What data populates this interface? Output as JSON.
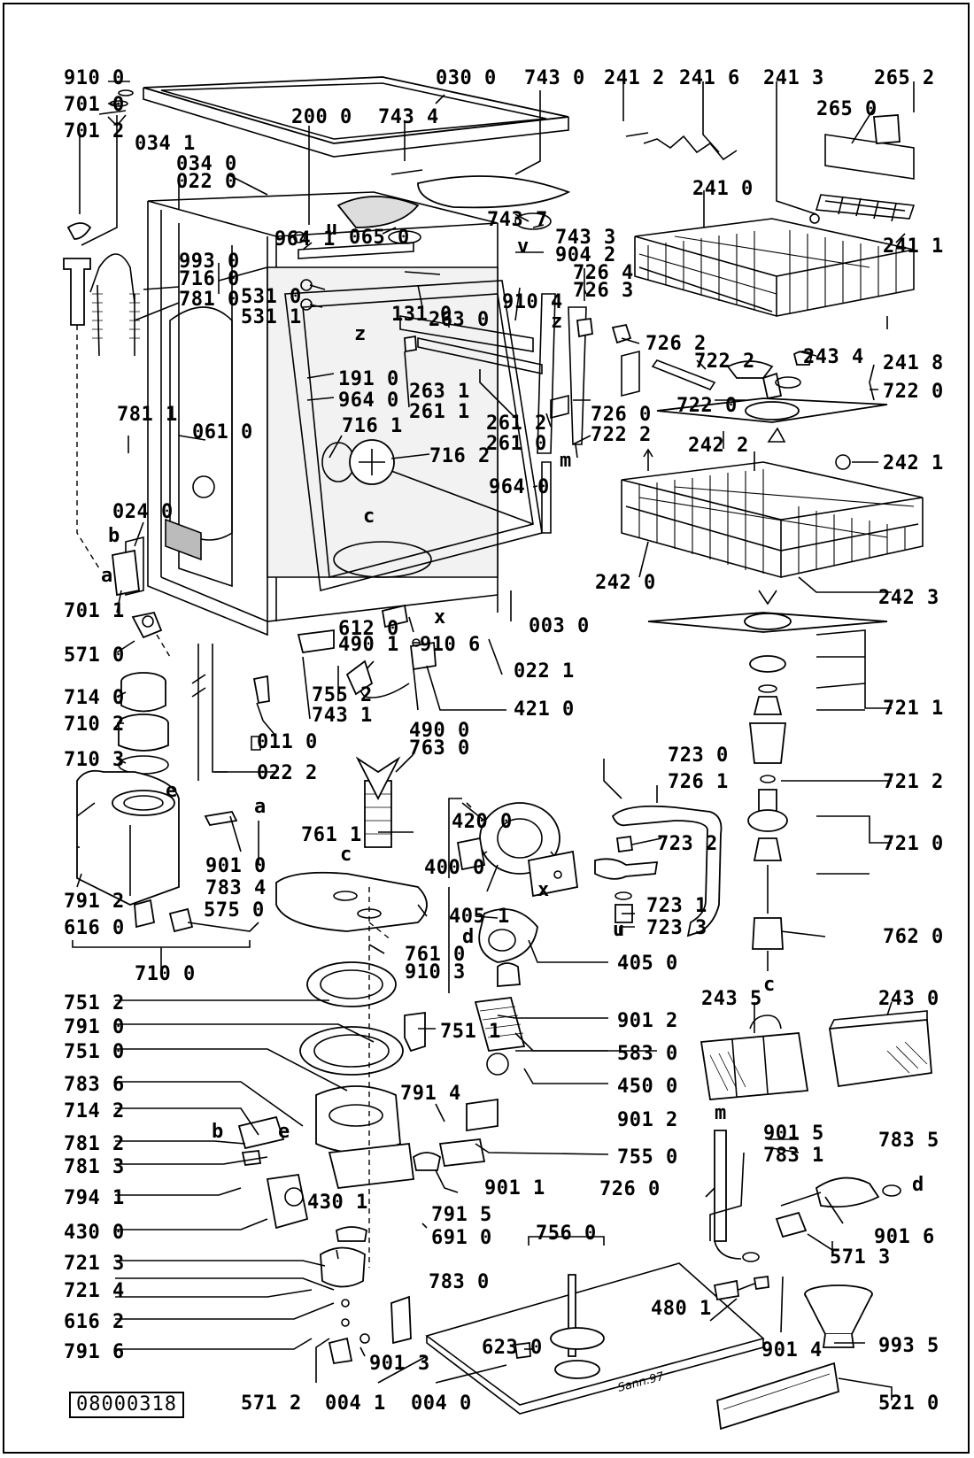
{
  "document_number": "08000318",
  "signature": "Sann.97",
  "part_labels": [
    "910 0",
    "701 0",
    "034 1",
    "701 2",
    "030 0",
    "200 0",
    "743 0",
    "743 4",
    "034 0",
    "022 0",
    "241 2",
    "241 6",
    "241 3",
    "265 2",
    "265 0",
    "241 0",
    "241 1",
    "964 1",
    "065 0",
    "743 7",
    "743 3",
    "904 2",
    "993 0",
    "716 0",
    "726 4",
    "726 3",
    "531 0",
    "531 1",
    "910 4",
    "263 0",
    "781 0",
    "131 0",
    "726 2",
    "241 8",
    "243 4",
    "722 2",
    "722 0",
    "722 0",
    "191 0",
    "964 0",
    "263 1",
    "261 1",
    "261 2",
    "261 0",
    "726 0",
    "722 2",
    "716 1",
    "716 2",
    "781 1",
    "061 0",
    "964 0",
    "024 0",
    "242 2",
    "242 1",
    "242 0",
    "242 3",
    "701 1",
    "612 0",
    "490 1",
    "910 6",
    "003 0",
    "571 0",
    "022 1",
    "755 2",
    "743 1",
    "421 0",
    "714 0",
    "710 2",
    "011 0",
    "022 2",
    "490 0",
    "763 0",
    "710 3",
    "721 1",
    "721 2",
    "723 0",
    "726 1",
    "761 1",
    "420 0",
    "400 0",
    "723 2",
    "901 0",
    "783 4",
    "791 2",
    "575 0",
    "723 1",
    "723 3",
    "721 0",
    "616 0",
    "405 1",
    "761 0",
    "910 3",
    "405 0",
    "762 0",
    "710 0",
    "751 2",
    "243 5",
    "243 0",
    "901 2",
    "791 0",
    "751 1",
    "751 0",
    "583 0",
    "783 6",
    "450 0",
    "714 2",
    "791 4",
    "901 2",
    "901 5",
    "783 5",
    "781 2",
    "783 1",
    "755 0",
    "781 3",
    "901 1",
    "726 0",
    "794 1",
    "430 1",
    "791 5",
    "430 0",
    "691 0",
    "901 6",
    "571 3",
    "721 3",
    "756 0",
    "721 4",
    "783 0",
    "480 1",
    "901 4",
    "993 5",
    "616 2",
    "623 0",
    "791 6",
    "901 3",
    "571 2",
    "004 1",
    "004 0",
    "521 0"
  ],
  "reference_letters": [
    "a",
    "b",
    "c",
    "d",
    "e",
    "m",
    "u",
    "v",
    "x",
    "z"
  ]
}
